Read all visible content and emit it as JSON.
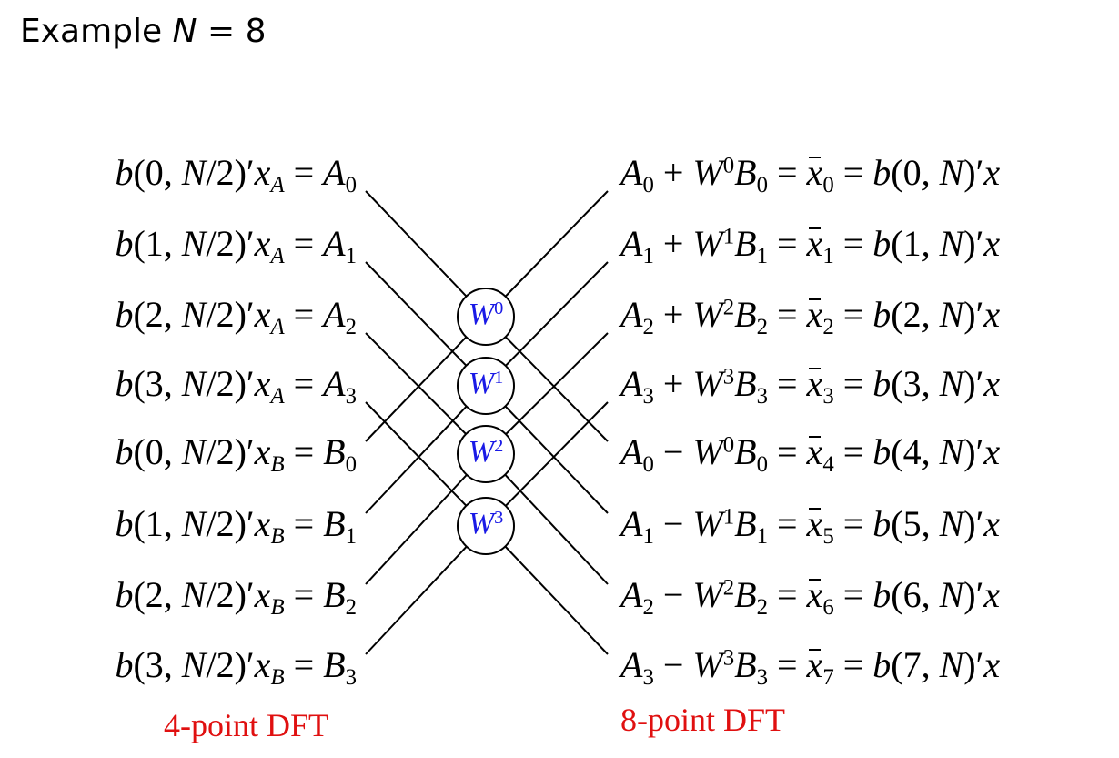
{
  "title": {
    "prefix": "Example ",
    "var": "N",
    "rest": " = 8"
  },
  "left_equations": [
    {
      "arg": "0",
      "sub": "A",
      "rhs": "A",
      "rsub": "0"
    },
    {
      "arg": "1",
      "sub": "A",
      "rhs": "A",
      "rsub": "1"
    },
    {
      "arg": "2",
      "sub": "A",
      "rhs": "A",
      "rsub": "2"
    },
    {
      "arg": "3",
      "sub": "A",
      "rhs": "A",
      "rsub": "3"
    },
    {
      "arg": "0",
      "sub": "B",
      "rhs": "B",
      "rsub": "0"
    },
    {
      "arg": "1",
      "sub": "B",
      "rhs": "B",
      "rsub": "1"
    },
    {
      "arg": "2",
      "sub": "B",
      "rhs": "B",
      "rsub": "2"
    },
    {
      "arg": "3",
      "sub": "B",
      "rhs": "B",
      "rsub": "3"
    }
  ],
  "right_equations": [
    {
      "k": "0",
      "op": "+",
      "w": "0",
      "idx": "0"
    },
    {
      "k": "1",
      "op": "+",
      "w": "1",
      "idx": "1"
    },
    {
      "k": "2",
      "op": "+",
      "w": "2",
      "idx": "2"
    },
    {
      "k": "3",
      "op": "+",
      "w": "3",
      "idx": "3"
    },
    {
      "k": "0",
      "op": "−",
      "w": "0",
      "idx": "4"
    },
    {
      "k": "1",
      "op": "−",
      "w": "1",
      "idx": "5"
    },
    {
      "k": "2",
      "op": "−",
      "w": "2",
      "idx": "6"
    },
    {
      "k": "3",
      "op": "−",
      "w": "3",
      "idx": "7"
    }
  ],
  "twiddles": [
    {
      "base": "W",
      "exp": "0"
    },
    {
      "base": "W",
      "exp": "1"
    },
    {
      "base": "W",
      "exp": "2"
    },
    {
      "base": "W",
      "exp": "3"
    }
  ],
  "captions": {
    "left": "4-point DFT",
    "right": "8-point DFT"
  },
  "colors": {
    "twiddle": "#1a1ae6",
    "caption": "#e01010",
    "line": "#000000"
  }
}
